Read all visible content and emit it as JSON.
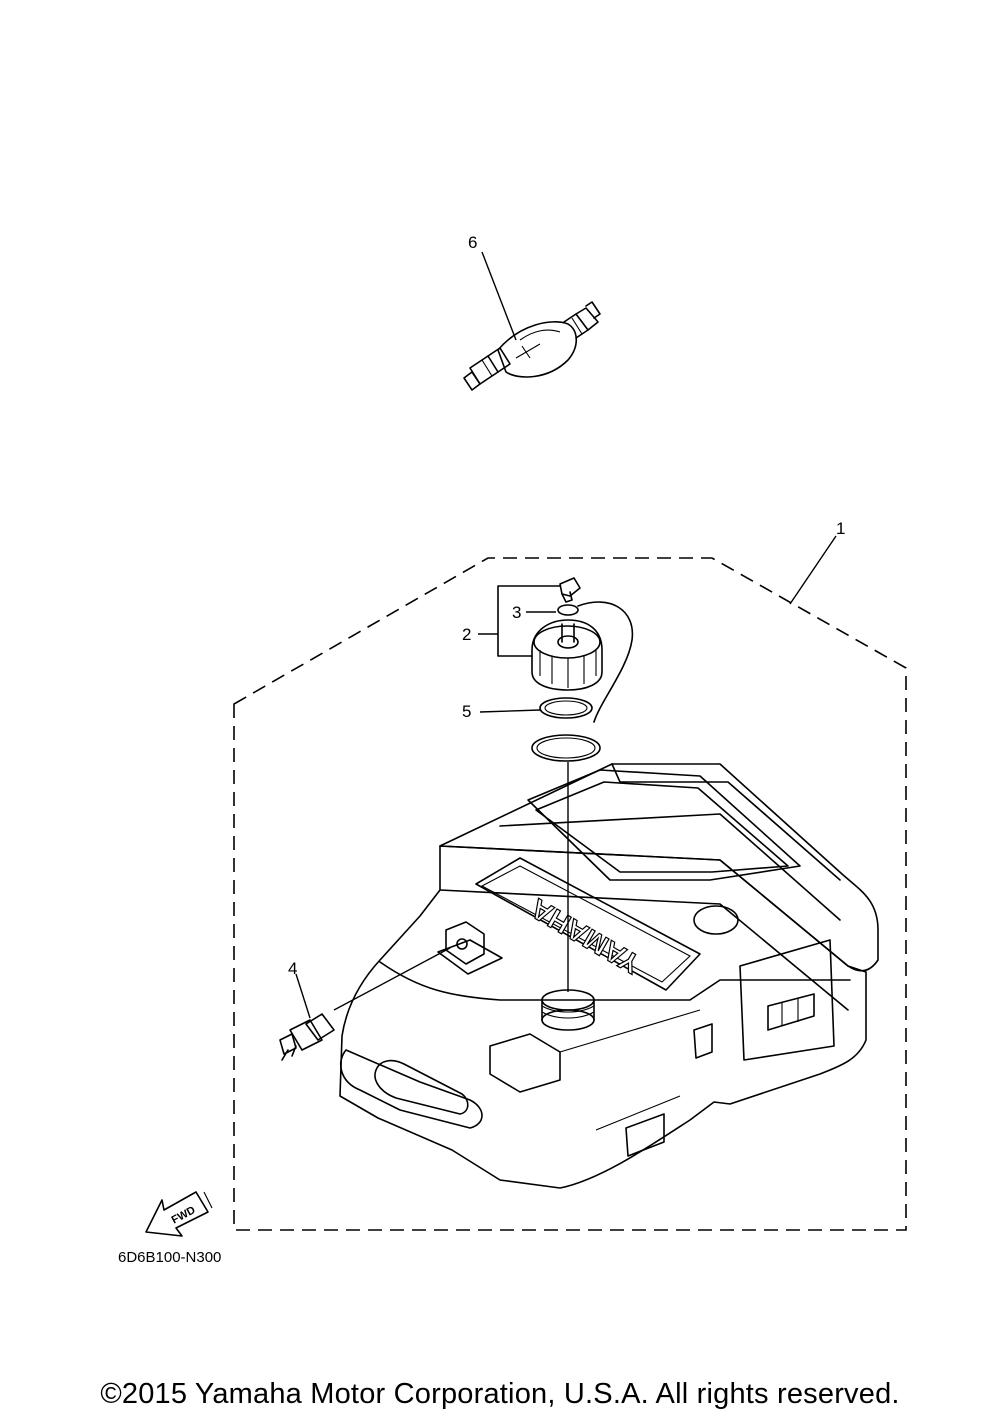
{
  "callouts": {
    "part1": "1",
    "part2": "2",
    "part3": "3",
    "part4": "4",
    "part5": "5",
    "part6": "6"
  },
  "tank_brand": "YAMAHA",
  "direction_arrow": "FWD",
  "diagram_code": "6D6B100-N300",
  "copyright": "©2015 Yamaha Motor Corporation, U.S.A. All rights reserved."
}
